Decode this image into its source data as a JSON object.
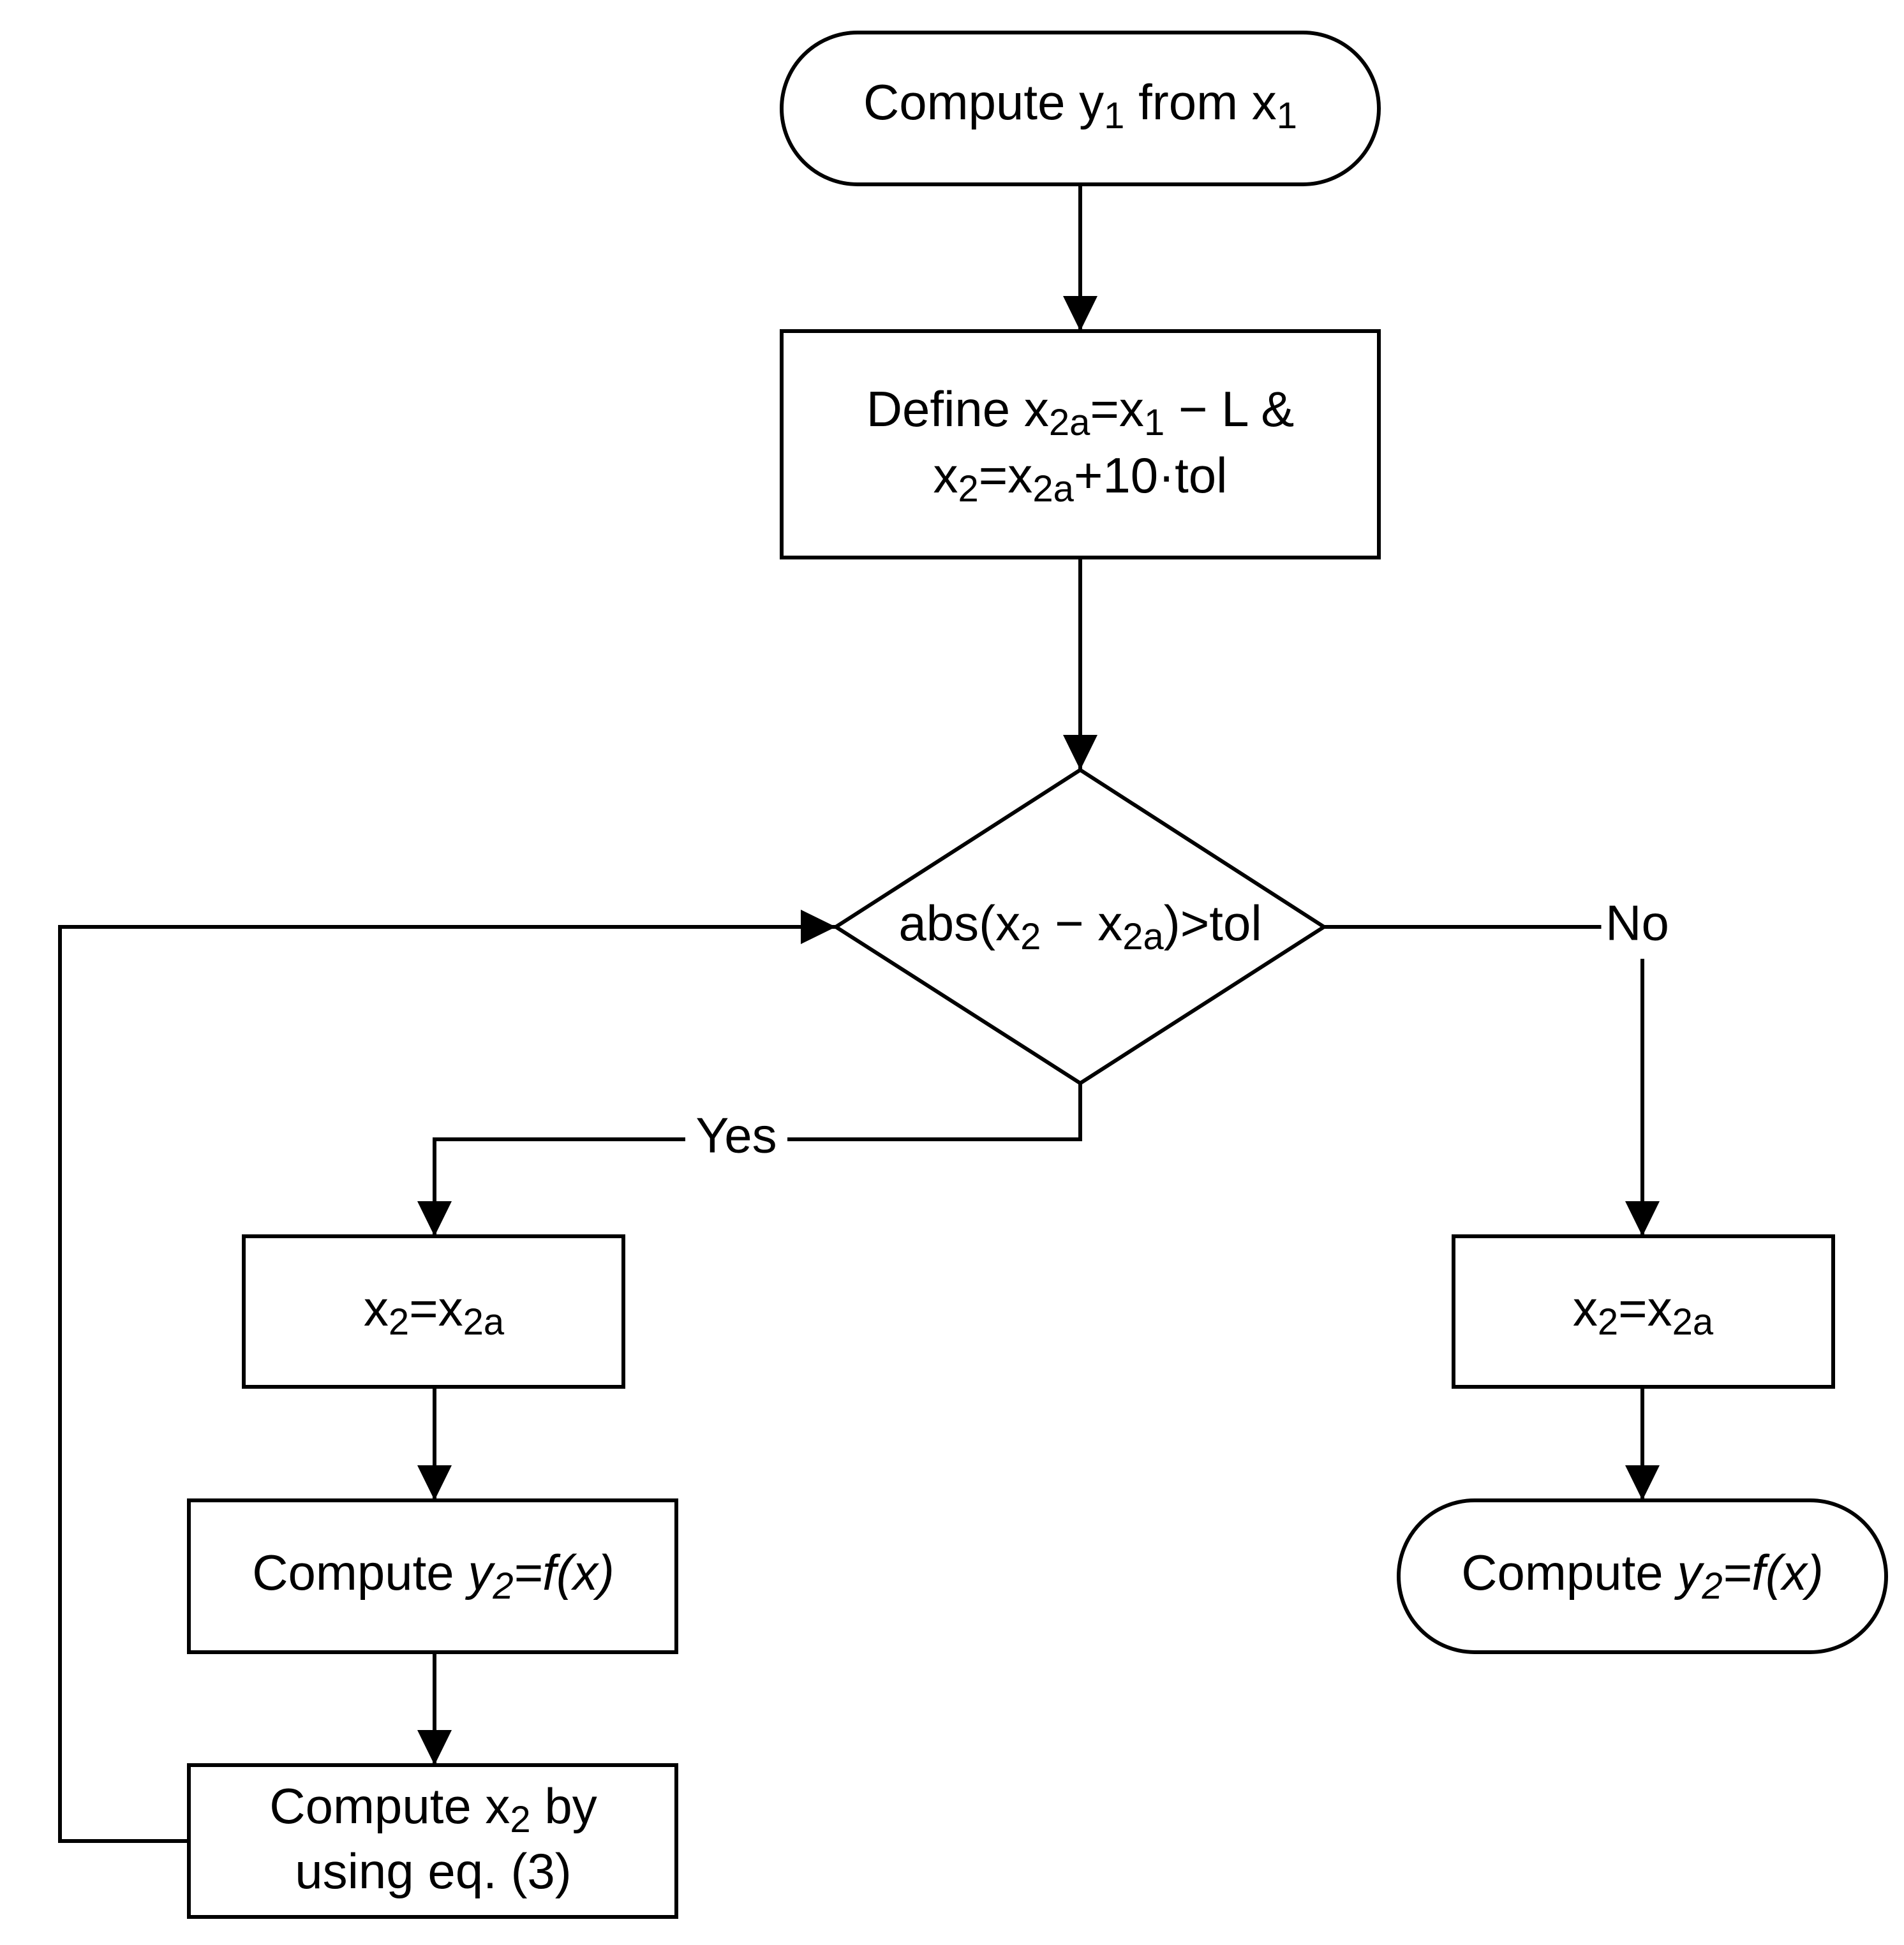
{
  "colors": {
    "stroke": "#000000",
    "background": "#ffffff",
    "text": "#000000"
  },
  "nodes": {
    "start": {
      "shape": "terminator",
      "segments": [
        {
          "t": "Compute y"
        },
        {
          "t": "1",
          "sub": true
        },
        {
          "t": " from x"
        },
        {
          "t": "1",
          "sub": true
        }
      ]
    },
    "define": {
      "shape": "process",
      "lines": [
        [
          {
            "t": "Define x"
          },
          {
            "t": "2a",
            "sub": true
          },
          {
            "t": "=x"
          },
          {
            "t": "1",
            "sub": true
          },
          {
            "t": " − L &"
          }
        ],
        [
          {
            "t": "x"
          },
          {
            "t": "2",
            "sub": true
          },
          {
            "t": "=x"
          },
          {
            "t": "2a",
            "sub": true
          },
          {
            "t": "+10·tol"
          }
        ]
      ]
    },
    "decision": {
      "shape": "decision",
      "segments": [
        {
          "t": "abs(x"
        },
        {
          "t": "2",
          "sub": true
        },
        {
          "t": " − x"
        },
        {
          "t": "2a",
          "sub": true
        },
        {
          "t": ")>tol"
        }
      ]
    },
    "assign_yes": {
      "shape": "process",
      "segments": [
        {
          "t": "x"
        },
        {
          "t": "2",
          "sub": true
        },
        {
          "t": "=x"
        },
        {
          "t": "2a",
          "sub": true
        }
      ]
    },
    "compute_y2_loop": {
      "shape": "process",
      "segments": [
        {
          "t": "Compute "
        },
        {
          "t": "y",
          "it": true
        },
        {
          "t": "2",
          "sub": true,
          "it": true
        },
        {
          "t": "=f(x)",
          "it": true
        }
      ]
    },
    "compute_x2": {
      "shape": "process",
      "lines": [
        [
          {
            "t": "Compute x"
          },
          {
            "t": "2",
            "sub": true
          },
          {
            "t": " by"
          }
        ],
        [
          {
            "t": "using eq. (3)"
          }
        ]
      ]
    },
    "assign_no": {
      "shape": "process",
      "segments": [
        {
          "t": "x"
        },
        {
          "t": "2",
          "sub": true
        },
        {
          "t": "=x"
        },
        {
          "t": "2a",
          "sub": true
        }
      ]
    },
    "end": {
      "shape": "terminator",
      "segments": [
        {
          "t": "Compute "
        },
        {
          "t": "y",
          "it": true
        },
        {
          "t": "2",
          "sub": true,
          "it": true
        },
        {
          "t": "=f(x)",
          "it": true
        }
      ]
    }
  },
  "edges": [
    {
      "from": "start",
      "to": "define",
      "label": ""
    },
    {
      "from": "define",
      "to": "decision",
      "label": ""
    },
    {
      "from": "decision",
      "to": "assign_yes",
      "label": "Yes"
    },
    {
      "from": "decision",
      "to": "assign_no",
      "label": "No"
    },
    {
      "from": "assign_yes",
      "to": "compute_y2_loop",
      "label": ""
    },
    {
      "from": "compute_y2_loop",
      "to": "compute_x2",
      "label": ""
    },
    {
      "from": "compute_x2",
      "to": "decision",
      "label": ""
    },
    {
      "from": "assign_no",
      "to": "end",
      "label": ""
    }
  ]
}
